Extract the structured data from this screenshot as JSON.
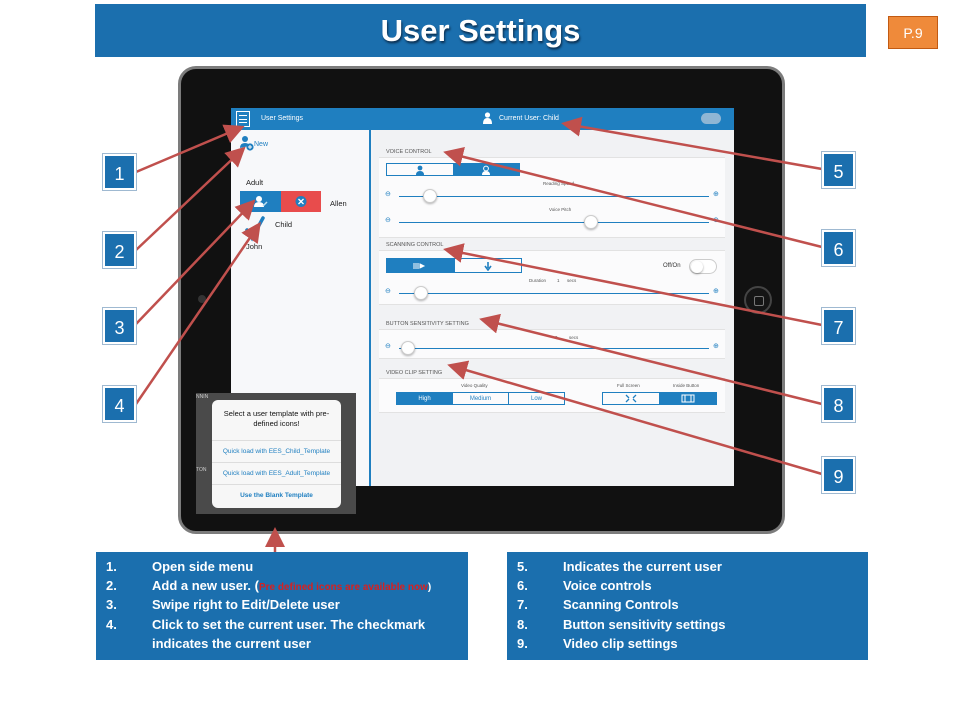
{
  "title": "User Settings",
  "page_badge": "P.9",
  "app": {
    "top_title": "User Settings",
    "current_user": "Current User: Child",
    "new_label": "New",
    "users": [
      "Adult",
      "Allen",
      "Child",
      "John"
    ],
    "voice_control": {
      "heading": "VOICE CONTROL",
      "reading_speed_label": "Reading Speed",
      "reading_speed_level": 0.1,
      "voice_pitch_label": "Voice Pitch",
      "voice_pitch_level": 0.62
    },
    "scanning_control": {
      "heading": "SCANNING CONTROL",
      "toggle_label": "Off/On",
      "duration_label": "Duration",
      "duration_value": "1",
      "duration_unit": "secs",
      "duration_level": 0.07
    },
    "button_sensitivity": {
      "heading": "BUTTON SENSITIVITY SETTING",
      "value": "0...",
      "unit": "secs",
      "level": 0.03
    },
    "video_clip": {
      "heading": "VIDEO CLIP SETTING",
      "quality_label": "Video Quality",
      "quality_options": [
        "High",
        "Medium",
        "Low"
      ],
      "full_screen": "Full Screen",
      "inside_button": "Inside Button"
    },
    "popup": {
      "title": "Select a user template with pre-defined icons!",
      "options": [
        "Quick load with EES_Child_Template",
        "Quick load with EES_Adult_Template",
        "Use the Blank Template"
      ],
      "bg_fragments": [
        "NNIN",
        "TON"
      ]
    }
  },
  "callouts": [
    "1",
    "2",
    "3",
    "4",
    "5",
    "6",
    "7",
    "8",
    "9"
  ],
  "notes_left": [
    {
      "num": "1.",
      "text": "Open side menu"
    },
    {
      "num": "2.",
      "text": "Add a new user. (",
      "red": "Pre defined icons are available now",
      "tail": ")"
    },
    {
      "num": "3.",
      "text": "Swipe  right to Edit/Delete user"
    },
    {
      "num": "4.",
      "text": "Click to set the current user. The checkmark"
    },
    {
      "num": "",
      "text": "indicates the current user"
    }
  ],
  "notes_right": [
    {
      "num": "5.",
      "text": "Indicates the current user"
    },
    {
      "num": "6.",
      "text": "Voice controls"
    },
    {
      "num": "7.",
      "text": "Scanning Controls"
    },
    {
      "num": "8.",
      "text": "Button sensitivity settings"
    },
    {
      "num": "9.",
      "text": "Video clip settings"
    }
  ],
  "colors": {
    "accent": "#1b6fae",
    "app_blue": "#1f7fc0",
    "arrow": "#c0504d",
    "delete_red": "#e84c4c",
    "badge": "#ef8a3a"
  }
}
